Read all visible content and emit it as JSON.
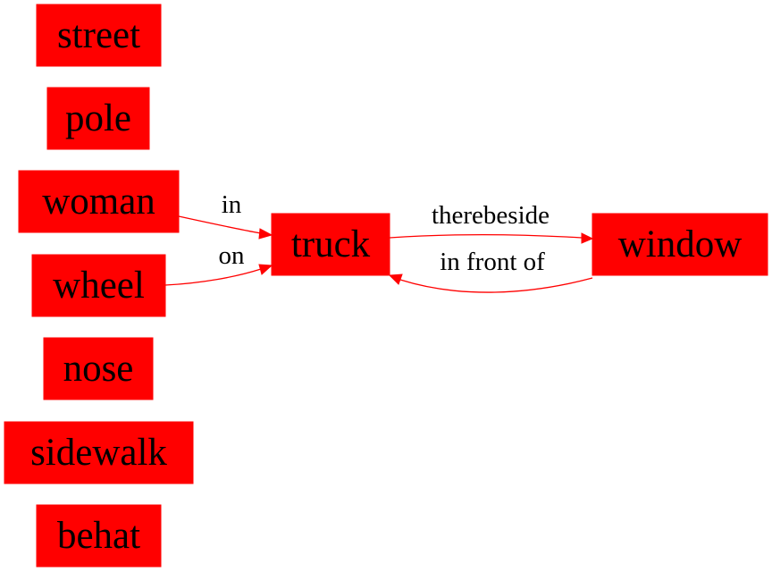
{
  "colors": {
    "node_fill": "#ff0000",
    "edge": "#ff0000",
    "text": "#000000"
  },
  "nodes": [
    {
      "id": "street",
      "label": "street"
    },
    {
      "id": "pole",
      "label": "pole"
    },
    {
      "id": "woman",
      "label": "woman"
    },
    {
      "id": "wheel",
      "label": "wheel"
    },
    {
      "id": "nose",
      "label": "nose"
    },
    {
      "id": "sidewalk",
      "label": "sidewalk"
    },
    {
      "id": "behat",
      "label": "behat"
    },
    {
      "id": "truck",
      "label": "truck"
    },
    {
      "id": "window",
      "label": "window"
    }
  ],
  "edges": [
    {
      "from": "woman",
      "to": "truck",
      "label": "in"
    },
    {
      "from": "wheel",
      "to": "truck",
      "label": "on"
    },
    {
      "from": "truck",
      "to": "window",
      "label": "therebeside"
    },
    {
      "from": "window",
      "to": "truck",
      "label": "in front of"
    }
  ]
}
